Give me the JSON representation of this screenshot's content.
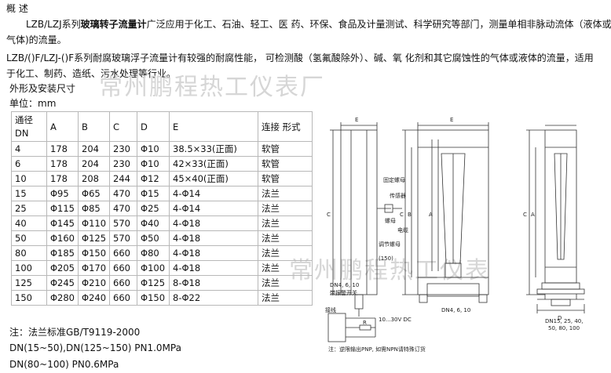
{
  "intro": {
    "heading": "概 述",
    "p1_prefix": "LZB/LZJ系列",
    "p1_bold": "玻璃转子流量计",
    "p1_rest": "广泛应用于化工、石油、轻工、医 药、环保、食品及计量测试、科学研究等部门，测量单相非脉动流体（液体或",
    "p1_line2": "气体)的流量。",
    "p2_line1": "LZB/()F/LZJ-()F系列耐腐玻璃浮子流量计有较强的耐腐性能， 可检测酸（氢氟酸除外）、碱、氧 化剂和其它腐蚀性的气体或液体的流量，适用",
    "p2_line2": "于化工、制药、造纸、污水处理等行业。",
    "section_title": "外形及安装尺寸",
    "unit": "单位：mm"
  },
  "watermark": {
    "text1": "常州鹏程热工仪表厂",
    "text2": "常州鹏程热工仪表"
  },
  "table": {
    "headers": [
      "通径 DN",
      "A",
      "B",
      "C",
      "D",
      "E",
      "连接 形式"
    ],
    "rows": [
      [
        "4",
        "178",
        "204",
        "230",
        "Φ10",
        "38.5×33(正面)",
        "软管"
      ],
      [
        "6",
        "178",
        "204",
        "230",
        "Φ10",
        "42×33(正面)",
        "软管"
      ],
      [
        "10",
        "178",
        "208",
        "244",
        "Φ12",
        "45×40(正面)",
        "软管"
      ],
      [
        "15",
        "Φ95",
        "Φ65",
        "470",
        "Φ15",
        "4-Φ14",
        "法兰"
      ],
      [
        "25",
        "Φ115",
        "Φ85",
        "470",
        "Φ25",
        "4-Φ14",
        "法兰"
      ],
      [
        "40",
        "Φ145",
        "Φ110",
        "570",
        "Φ40",
        "4-Φ18",
        "法兰"
      ],
      [
        "50",
        "Φ160",
        "Φ125",
        "570",
        "Φ50",
        "4-Φ18",
        "法兰"
      ],
      [
        "80",
        "Φ185",
        "Φ150",
        "660",
        "Φ80",
        "4-Φ18",
        "法兰"
      ],
      [
        "100",
        "Φ205",
        "Φ170",
        "660",
        "Φ100",
        "4-Φ18",
        "法兰"
      ],
      [
        "125",
        "Φ245",
        "Φ210",
        "660",
        "Φ125",
        "8-Φ18",
        "法兰"
      ],
      [
        "150",
        "Φ280",
        "Φ240",
        "660",
        "Φ150",
        "8-Φ22",
        "法兰"
      ]
    ]
  },
  "notes": {
    "n1": "注：法兰标准GB/T9119-2000",
    "n2": "DN(15~50),DN(125~150) PN1.0MPa",
    "n3": "DN(80~100) PN0.6MPa"
  },
  "figure": {
    "label_e": "E",
    "label_c": "C",
    "label_b": "B",
    "label_a": "A",
    "label_d": "D",
    "label_fixnut": "固定螺母",
    "label_sensor": "传感器",
    "label_nut": "螺母",
    "label_wire": "电缆",
    "label_adjust": "调节螺母",
    "label_150": "(150)",
    "caption_left1": "DN4, 6, 10",
    "caption_left2": "带报警开关",
    "caption_mid": "DN4, 6, 10",
    "caption_right1": "DN15, 25, 40,",
    "caption_right2": "50, 80, 100",
    "circuit_label": "接线",
    "circuit_voltage": "10...30V DC",
    "circuit_r": "R",
    "circuit_note": "注：逆限输出PNP, 如需NPN请特殊订货"
  }
}
